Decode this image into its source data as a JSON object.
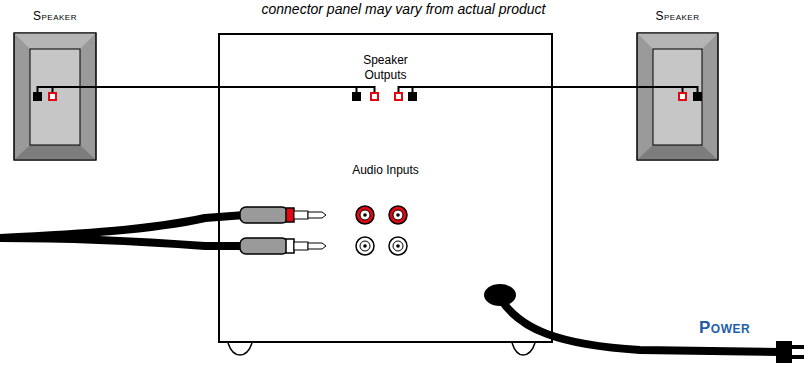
{
  "diagram": {
    "nodes": [
      {
        "text": [
          "Speaker"
        ]
      },
      {
        "text": [
          "Speaker Outputs",
          "Audio Inputs"
        ]
      },
      {
        "text": [
          "Speaker"
        ]
      }
    ],
    "edges": [
      {
        "from": 0,
        "to": 1,
        "arrow": "none"
      },
      {
        "from": 1,
        "to": 2,
        "arrow": "none"
      }
    ],
    "labels": [
      "connector panel may vary from actual product",
      "Power"
    ]
  }
}
